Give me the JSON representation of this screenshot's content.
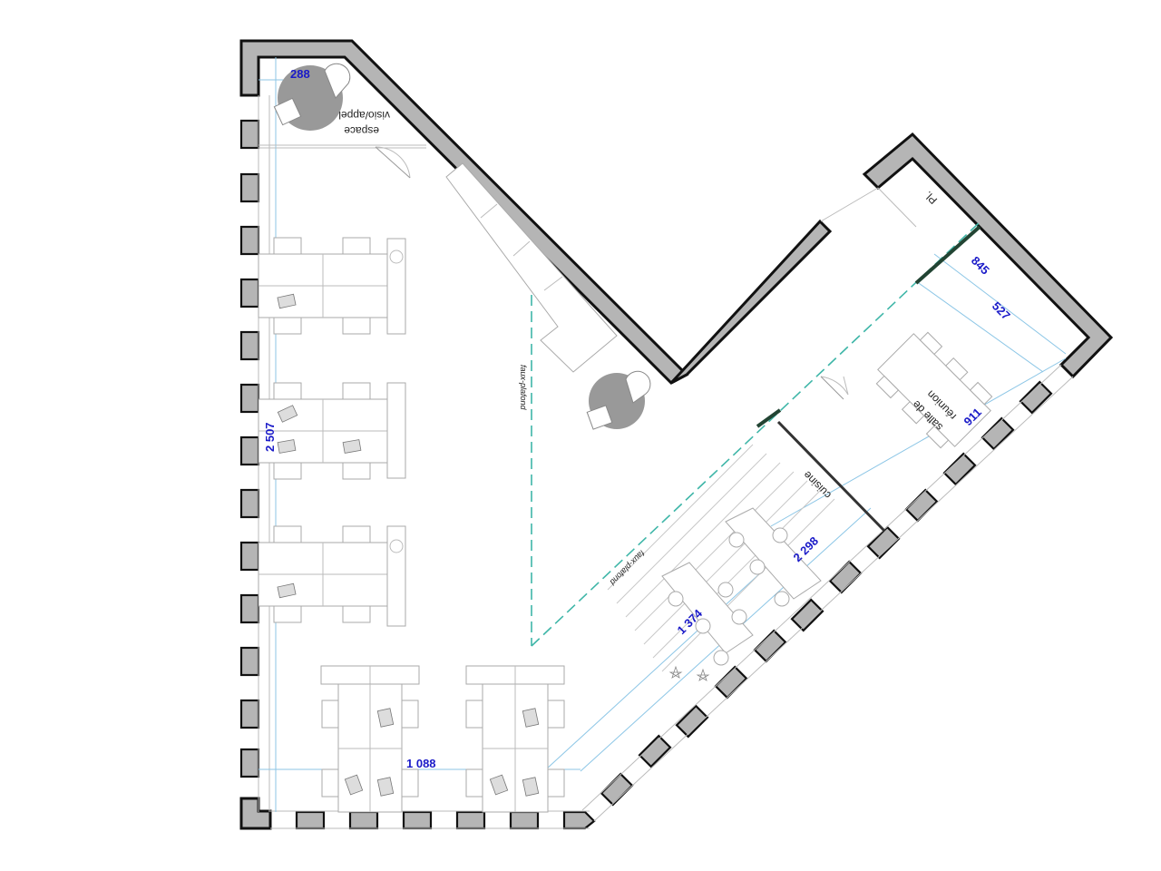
{
  "plan": {
    "rooms": {
      "call_space": "espace\nvisio/appel",
      "call_space_line1": "espace",
      "call_space_line2": "visio/appel",
      "meeting_room_line1": "salle de",
      "meeting_room_line2": "réunion",
      "kitchen": "cuisine",
      "storage": "Pl."
    },
    "annotations": {
      "false_ceiling_1": "faux-plafond",
      "false_ceiling_2": "faux-plafond"
    },
    "dimensions": {
      "call_space_width": "288",
      "left_vertical": "2 507",
      "bottom_horizontal": "1 088",
      "kitchen_diag_1": "1 374",
      "kitchen_diag_2": "2 298",
      "meeting_length": "911",
      "meeting_width_1": "845",
      "meeting_width_2": "527"
    },
    "colors": {
      "wall_fill": "#b5b5b5",
      "wall_stroke": "#111111",
      "dimension_text": "#1a1ac8",
      "dimension_line": "#8cc6e6",
      "false_ceiling_dash": "#3fb6a8",
      "furniture_line": "#aaaaaa"
    }
  }
}
